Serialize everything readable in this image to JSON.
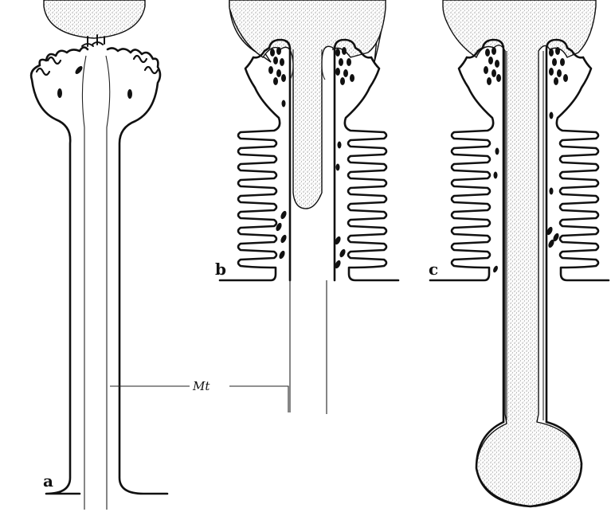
{
  "panels": {
    "a": {
      "label": "a"
    },
    "b": {
      "label": "b"
    },
    "c": {
      "label": "c"
    }
  },
  "annotation": {
    "label": "Mt"
  }
}
